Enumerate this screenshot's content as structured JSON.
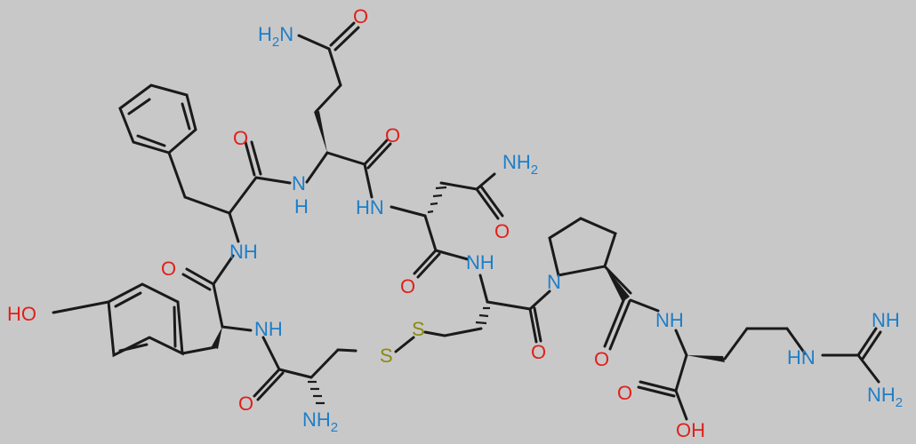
{
  "colors": {
    "background": "#c9c8c9",
    "bond": "#1a1a1a",
    "nitrogen": "#1e7fc7",
    "oxygen": "#e0201a",
    "sulfur": "#8a8a10"
  },
  "labels": {
    "amide_nh2_top": "H2N",
    "carbonyl_gln_side": "O",
    "carbonyl_phe": "O",
    "carbonyl_gln": "O",
    "nh_gln": "N",
    "nh_gln_h": "H",
    "amide_nh2_asn": "NH2",
    "nh_asn": "HN",
    "carbonyl_asn_side": "O",
    "nh_phe": "NH",
    "carbonyl_tyr": "O",
    "nh_cys": "NH",
    "carbonyl_asn": "O",
    "n_pro": "N",
    "hydroxyl": "HO",
    "nh_tyr": "NH",
    "sulfur_1": "S",
    "sulfur_2": "S",
    "carbonyl_cys6": "O",
    "carbonyl_pro": "O",
    "nh_arg": "NH",
    "nh_imine": "NH",
    "nh_guan": "HN",
    "nh2_guan": "NH2",
    "carbonyl_cys1": "O",
    "nh2_amine": "NH2",
    "carbonyl_acid": "O",
    "acid_oh": "OH"
  }
}
